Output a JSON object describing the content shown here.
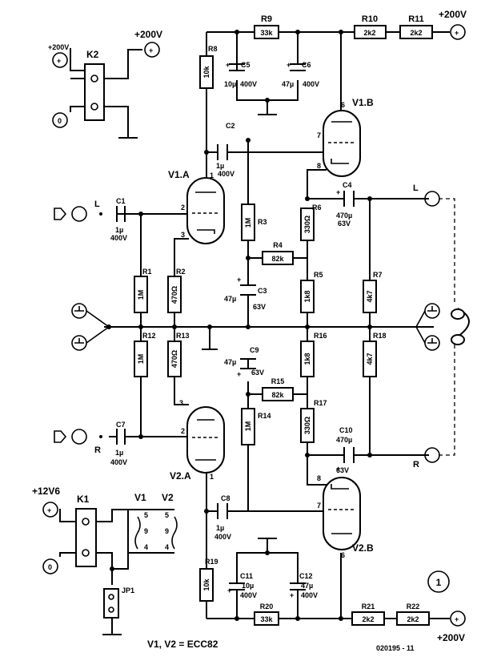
{
  "supply": {
    "plus200": "+200V",
    "plus12": "+12V6",
    "zero": "0",
    "plus": "+"
  },
  "relays": {
    "k1": "K1",
    "k2": "K2"
  },
  "tubes": {
    "v1a": "V1.A",
    "v1b": "V1.B",
    "v2a": "V2.A",
    "v2b": "V2.B",
    "heater_v1": "V1",
    "heater_v2": "V2",
    "footnote": "V1, V2 = ECC82"
  },
  "pins": {
    "p1": "1",
    "p2": "2",
    "p3": "3",
    "p4": "4",
    "p5": "5",
    "p6": "6",
    "p7": "7",
    "p8": "8",
    "p9": "9"
  },
  "channels": {
    "left": "L",
    "right": "R"
  },
  "jumper": "JP1",
  "figure_number": "1",
  "code": "020195 - 11",
  "components": {
    "r1": {
      "name": "R1",
      "value": "1M"
    },
    "r2": {
      "name": "R2",
      "value": "470Ω"
    },
    "r3": {
      "name": "R3",
      "value": "1M"
    },
    "r4": {
      "name": "R4",
      "value": "82k"
    },
    "r5": {
      "name": "R5",
      "value": "1k8"
    },
    "r6": {
      "name": "R6",
      "value": "330Ω"
    },
    "r7": {
      "name": "R7",
      "value": "4k7"
    },
    "r8": {
      "name": "R8",
      "value": "10k"
    },
    "r9": {
      "name": "R9",
      "value": "33k"
    },
    "r10": {
      "name": "R10",
      "value": "2k2"
    },
    "r11": {
      "name": "R11",
      "value": "2k2"
    },
    "r12": {
      "name": "R12",
      "value": "1M"
    },
    "r13": {
      "name": "R13",
      "value": "470Ω"
    },
    "r14": {
      "name": "R14",
      "value": "1M"
    },
    "r15": {
      "name": "R15",
      "value": "82k"
    },
    "r16": {
      "name": "R16",
      "value": "1k8"
    },
    "r17": {
      "name": "R17",
      "value": "330Ω"
    },
    "r18": {
      "name": "R18",
      "value": "4k7"
    },
    "r19": {
      "name": "R19",
      "value": "10k"
    },
    "r20": {
      "name": "R20",
      "value": "33k"
    },
    "r21": {
      "name": "R21",
      "value": "2k2"
    },
    "r22": {
      "name": "R22",
      "value": "2k2"
    },
    "c1": {
      "name": "C1",
      "value": "1µ",
      "voltage": "400V"
    },
    "c2": {
      "name": "C2",
      "value": "1µ",
      "voltage": "400V"
    },
    "c3": {
      "name": "C3",
      "value": "47µ",
      "voltage": "63V"
    },
    "c4": {
      "name": "C4",
      "value": "470µ",
      "voltage": "63V"
    },
    "c5": {
      "name": "C5",
      "value": "10µ",
      "voltage": "400V"
    },
    "c6": {
      "name": "C6",
      "value": "47µ",
      "voltage": "400V"
    },
    "c7": {
      "name": "C7",
      "value": "1µ",
      "voltage": "400V"
    },
    "c8": {
      "name": "C8",
      "value": "1µ",
      "voltage": "400V"
    },
    "c9": {
      "name": "C9",
      "value": "47µ",
      "voltage": "63V"
    },
    "c10": {
      "name": "C10",
      "value": "470µ",
      "voltage": "63V"
    },
    "c11": {
      "name": "C11",
      "value": "10µ",
      "voltage": "400V"
    },
    "c12": {
      "name": "C12",
      "value": "47µ",
      "voltage": "400V"
    }
  }
}
